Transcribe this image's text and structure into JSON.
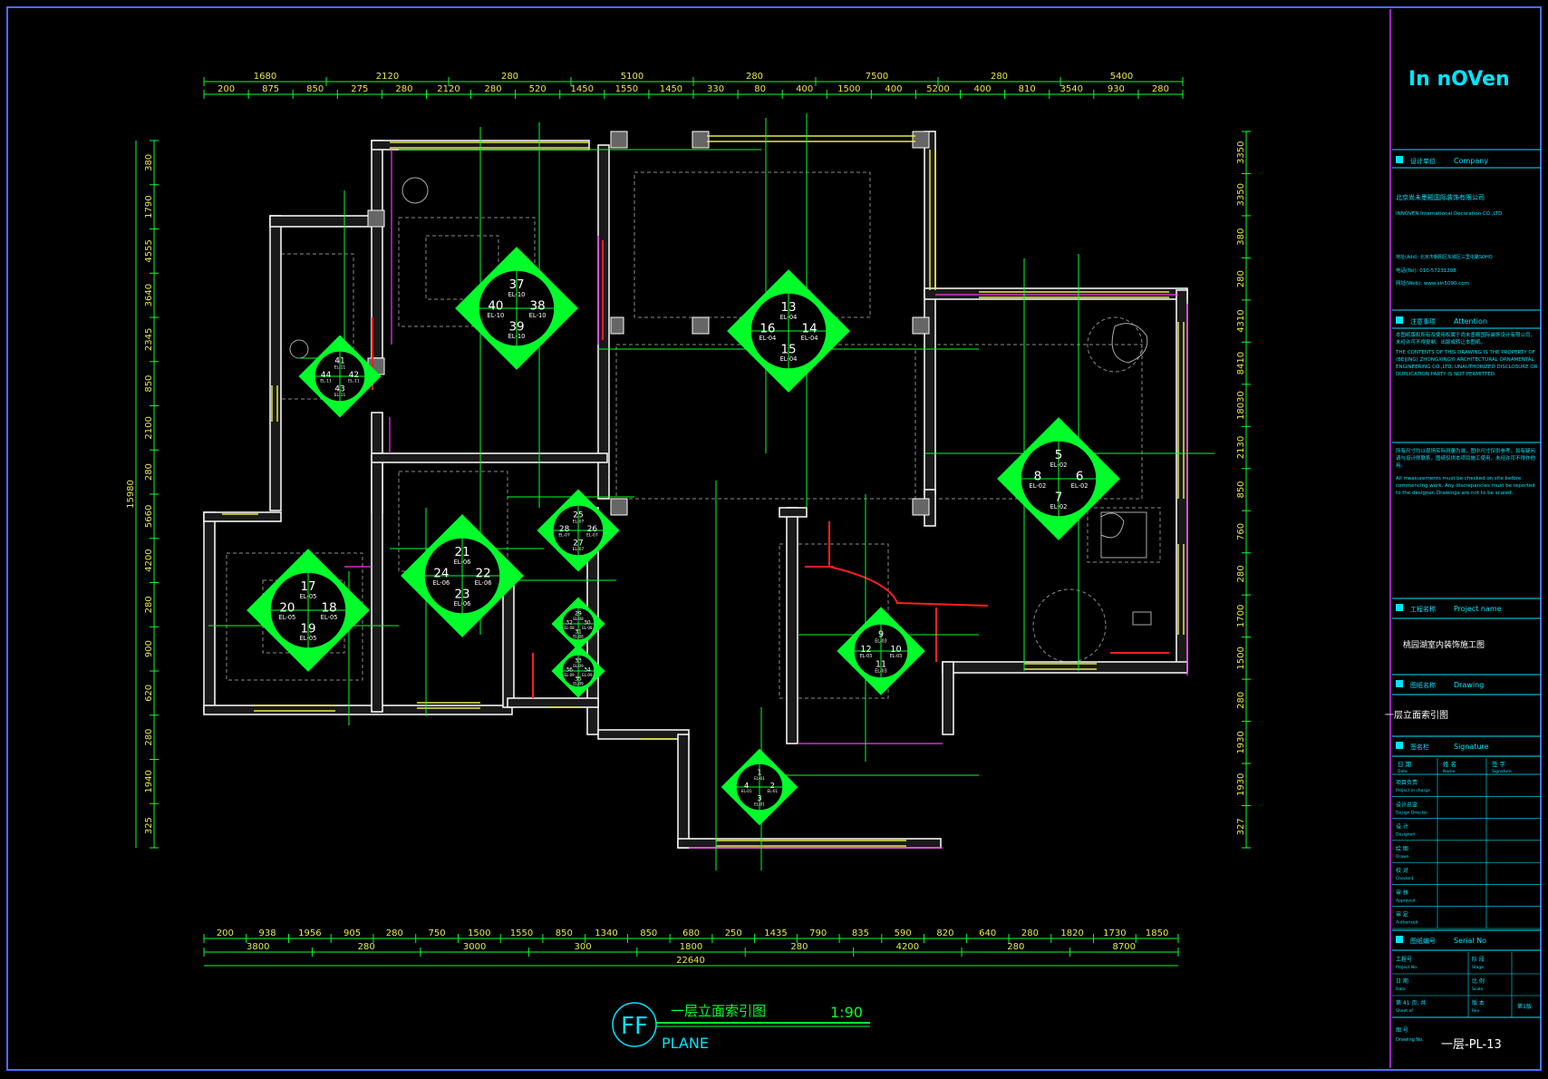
{
  "title_block": {
    "logo": "In nOVen",
    "company_label": "Company",
    "company_name_cn": "北京尚未墨殿国际装饰有限公司",
    "company_name_en": "INNOVEN International Decoration CO.,LTD",
    "company_address": "地址(Add): 北京市朝阳区东城区三里屯路SOHO",
    "company_tel": "电话(Tel): 010-57231208",
    "company_web": "网址(Web): www.sin5090.com",
    "attention_label": "Attention",
    "attention_cn": "本图纸版权所有及使用权属于尚未墨殿国际装饰设计有限公司，未经许可不得复制、出版或转让本图纸。",
    "attention_en": "THE CONTENTS OF THIS DRAWING IS THE PROPERTY OF (BEIJING) ZHONGXINGYI ARCHITECTURAL ORNAMENTAL ENGINEERING CO.,LTD. UNAUTHORIZED DISCLOSURE OR DUPLICATION PARTY IS NOT PERMITTED.",
    "note_cn": "所有尺寸均以现场实际测量为准，图中尺寸仅供参考。如有疑问请与设计师联系，图纸仅供本项目施工使用，未经许可不得作他用。",
    "note_en": "All measurements must be checked on site before commencing work. Any discrepancies must be reported to the designer. Drawings are not to be scaled.",
    "project_label": "Project name",
    "project_name": "桃园湖室内装饰施工图",
    "drawing_label": "Drawing",
    "drawing_name": "一层立面索引图",
    "signature_label": "Signature",
    "sig_headers": [
      "日 期",
      "姓 名",
      "签 字"
    ],
    "sig_headers_en": [
      "Date",
      "Name",
      "Signature"
    ],
    "sig_rows": [
      {
        "cn": "项目负责",
        "en": "Project in charge"
      },
      {
        "cn": "设计总监",
        "en": "Design Director"
      },
      {
        "cn": "设 计",
        "en": "Designed"
      },
      {
        "cn": "绘 图",
        "en": "Drawn"
      },
      {
        "cn": "校 对",
        "en": "Checked"
      },
      {
        "cn": "审 核",
        "en": "Approved"
      },
      {
        "cn": "审 定",
        "en": "Authorized"
      }
    ],
    "serial_label": "Serial No",
    "serial_rows": [
      {
        "l1": "工程号",
        "l1en": "Project No.",
        "l2": "阶 段",
        "l2en": "Stage"
      },
      {
        "l1": "日 期",
        "l1en": "Date",
        "l2": "比 例",
        "l2en": "Scale"
      },
      {
        "l1": "第 41 页, 共",
        "l1en": "Sheet of",
        "l2": "版 本",
        "l2en": "Rev",
        "l3": "第1版"
      }
    ],
    "drawing_no_label_cn": "图 号",
    "drawing_no_label_en": "Drawing No.",
    "drawing_no": "一层-PL-13"
  },
  "drawing": {
    "title_cn": "一层立面索引图",
    "title_en": "PLANE",
    "scale": "1:90",
    "tag": "FF",
    "top_dims_outer": [
      "1680",
      "2120",
      "280",
      "5100",
      "280",
      "7500",
      "280",
      "5400"
    ],
    "top_dims_inner": [
      "200",
      "875",
      "850",
      "275",
      "280",
      "2120",
      "280",
      "520",
      "1450",
      "1550",
      "1450",
      "330",
      "80",
      "400",
      "1500",
      "400",
      "5200",
      "400",
      "810",
      "3540",
      "930",
      "280"
    ],
    "bottom_dims_inner": [
      "200",
      "938",
      "1956",
      "905",
      "280",
      "750",
      "1500",
      "1550",
      "850",
      "1340",
      "850",
      "680",
      "250",
      "1435",
      "790",
      "835",
      "590",
      "820",
      "640",
      "280",
      "1820",
      "1730",
      "1850"
    ],
    "bottom_dims_mid": [
      "3800",
      "280",
      "3000",
      "300",
      "1800",
      "280",
      "4200",
      "280",
      "8700"
    ],
    "bottom_total": "22640",
    "left_dims": [
      "380",
      "1790",
      "4555",
      "3640",
      "2345",
      "850",
      "2100",
      "280",
      "5660",
      "4200",
      "280",
      "900",
      "620",
      "280",
      "1940",
      "325"
    ],
    "left_total": "15980",
    "right_dims": [
      "3350",
      "3350",
      "380",
      "280",
      "4310",
      "8410",
      "18030",
      "2130",
      "850",
      "760",
      "280",
      "1700",
      "1500",
      "280",
      "1930",
      "1930",
      "327"
    ],
    "index_markers": [
      {
        "n": [
          "37",
          "38",
          "39",
          "40"
        ],
        "sub": [
          "EL-10",
          "EL-10",
          "EL-10",
          "EL-10"
        ]
      },
      {
        "n": [
          "13",
          "14",
          "15",
          "16"
        ],
        "sub": [
          "EL-04",
          "EL-04",
          "EL-04",
          "EL-04"
        ]
      },
      {
        "n": [
          "41",
          "42",
          "43",
          "44"
        ],
        "sub": [
          "EL-11",
          "EL-11",
          "EL-11",
          "EL-11"
        ]
      },
      {
        "n": [
          "5",
          "6",
          "7",
          "8"
        ],
        "sub": [
          "EL-02",
          "EL-02",
          "EL-02",
          "EL-02"
        ]
      },
      {
        "n": [
          "25",
          "26",
          "27",
          "28"
        ],
        "sub": [
          "EL-07",
          "EL-07",
          "EL-07",
          "EL-07"
        ]
      },
      {
        "n": [
          "21",
          "22",
          "23",
          "24"
        ],
        "sub": [
          "EL-06",
          "EL-06",
          "EL-06",
          "EL-06"
        ]
      },
      {
        "n": [
          "17",
          "18",
          "19",
          "20"
        ],
        "sub": [
          "EL-05",
          "EL-05",
          "EL-05",
          "EL-05"
        ]
      },
      {
        "n": [
          "9",
          "10",
          "11",
          "12"
        ],
        "sub": [
          "EL-03",
          "EL-03",
          "EL-03",
          "EL-03"
        ]
      },
      {
        "n": [
          "29",
          "30",
          "31",
          "32"
        ],
        "sub": [
          "EL-08",
          "EL-08",
          "EL-08",
          "EL-08"
        ]
      },
      {
        "n": [
          "33",
          "34",
          "35",
          "36"
        ],
        "sub": [
          "EL-09",
          "EL-09",
          "EL-09",
          "EL-09"
        ]
      },
      {
        "n": [
          "1",
          "2",
          "3",
          "4"
        ],
        "sub": [
          "EL-01",
          "EL-01",
          "EL-01",
          "EL-01"
        ]
      }
    ]
  },
  "colors": {
    "frame": "#4a6cff",
    "dim": "#e8e84a",
    "green": "#00ff2a",
    "wall": "#ffffff",
    "window": "#e8e84a",
    "magenta": "#ff33ff",
    "red": "#ff2020",
    "cyan": "#00e5ff",
    "grey": "#8a8a8a"
  }
}
